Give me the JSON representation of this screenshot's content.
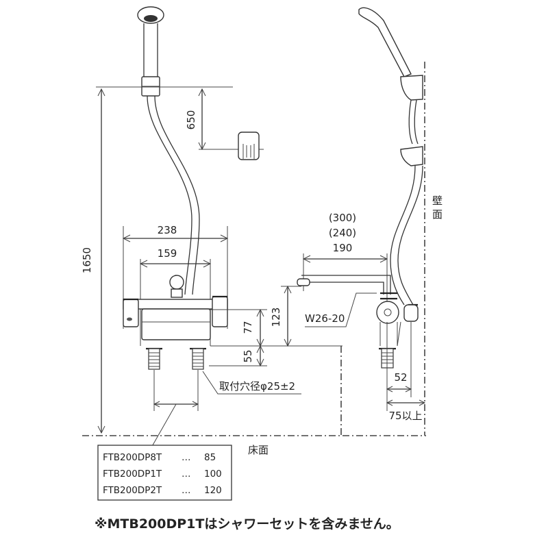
{
  "diagram": {
    "type": "dimension-drawing",
    "subject": "Thermostatic shower mixer faucet (deck-mounted)",
    "front_view": {
      "dimensions": {
        "total_height": "1650",
        "holder_offset": "650",
        "outer_width": "238",
        "inner_width": "159",
        "body_height": "77",
        "leg_height": "55"
      },
      "mount_hole_label": "取付穴径φ25±2",
      "pitch_table": [
        {
          "model": "FTB200DP8T",
          "sep": "…",
          "value": "85"
        },
        {
          "model": "FTB200DP1T",
          "sep": "…",
          "value": "100"
        },
        {
          "model": "FTB200DP2T",
          "sep": "…",
          "value": "120"
        }
      ]
    },
    "side_view": {
      "dimensions": {
        "spout_length_alt1": "(300)",
        "spout_length_alt2": "(240)",
        "spout_length": "190",
        "spout_height": "123",
        "wall_offset": "52",
        "wall_min": "75以上"
      },
      "thread_label": "W26-20",
      "wall_label_top": "壁",
      "wall_label_bottom": "面"
    },
    "floor_label": "床面",
    "footnote": "※MTB200DP1Tはシャワーセットを含みません。"
  }
}
